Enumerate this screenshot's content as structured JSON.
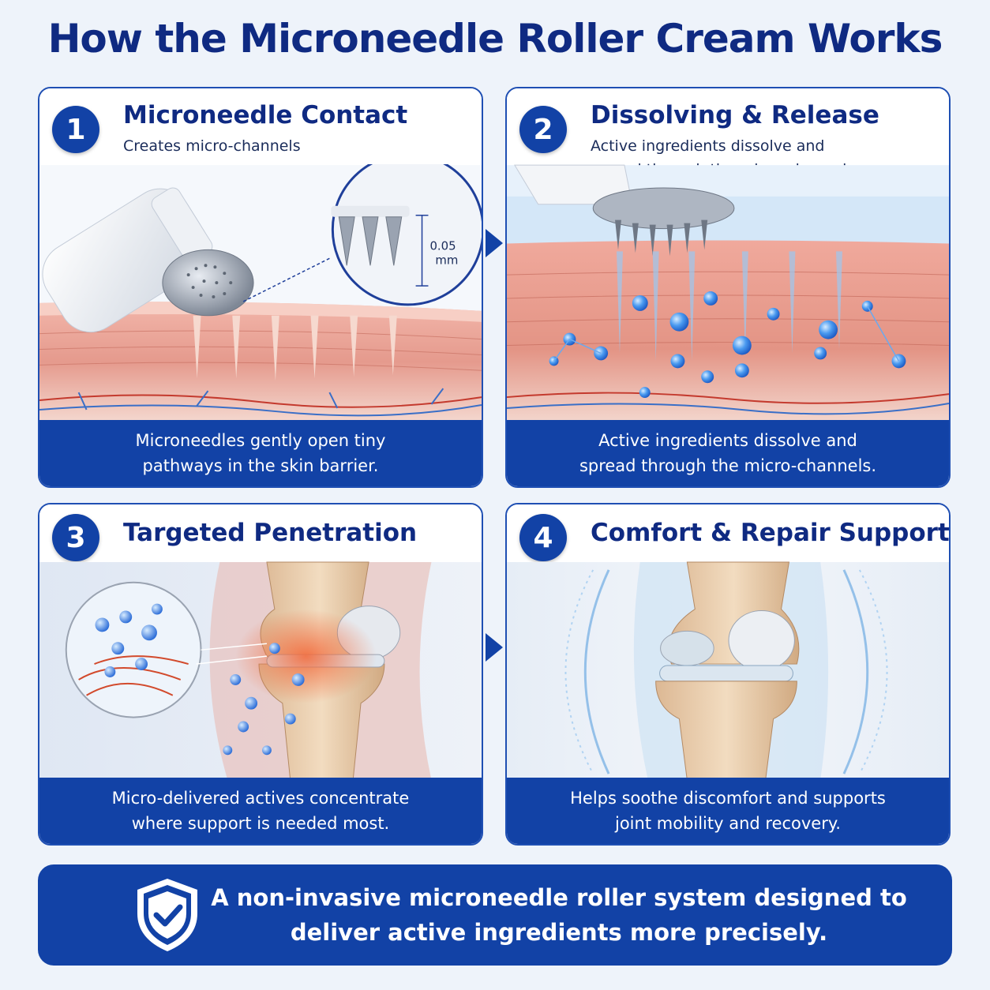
{
  "title": "How the Microneedle Roller Cream Works",
  "steps": [
    {
      "number": "1",
      "title": "Microneedle Contact",
      "subtitle": "Creates micro-channels",
      "caption_line1": "Microneedles gently open tiny",
      "caption_line2": "pathways in the skin barrier.",
      "zoom_label_value": "0.05",
      "zoom_label_unit": "mm"
    },
    {
      "number": "2",
      "title": "Dissolving & Release",
      "subtitle_line1": "Active ingredients dissolve and",
      "subtitle_line2": "spread through the micro-channels.",
      "caption_line1": "Active ingredients dissolve and",
      "caption_line2": "spread through the micro-channels."
    },
    {
      "number": "3",
      "title": "Targeted Penetration",
      "caption_line1": "Micro-delivered actives concentrate",
      "caption_line2": "where support is needed most."
    },
    {
      "number": "4",
      "title": "Comfort & Repair Support",
      "caption_line1": "Helps soothe discomfort and supports",
      "caption_line2": "joint mobility and recovery."
    }
  ],
  "banner": {
    "line1": "A non-invasive microneedle roller system designed to",
    "line2": "deliver active ingredients more precisely.",
    "icon": "shield-check-icon"
  },
  "colors": {
    "primary": "#1242a6",
    "title": "#0f2a82",
    "skin": "#e9a59a",
    "droplet": "#3f8ee8"
  }
}
